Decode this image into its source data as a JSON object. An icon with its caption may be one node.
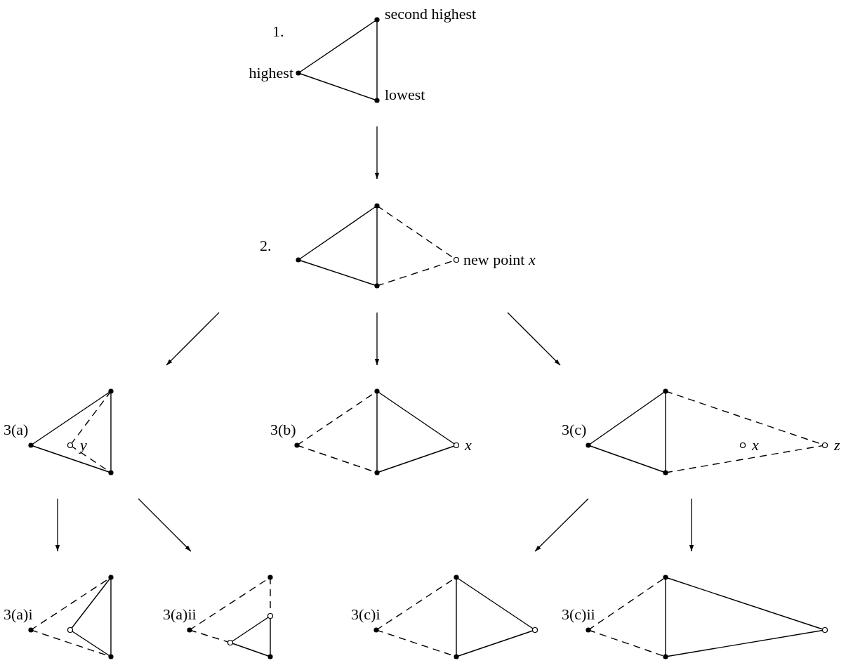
{
  "diagram": {
    "nodes": [
      {
        "text": [
          "1.",
          "second highest",
          "highest",
          "lowest"
        ]
      },
      {
        "text": [
          "2.",
          "new point *x*"
        ]
      },
      {
        "text": [
          "3(a)",
          "y"
        ]
      },
      {
        "text": [
          "3(b)",
          "x"
        ]
      },
      {
        "text": [
          "3(c)",
          "x",
          "z"
        ]
      },
      {
        "text": [
          "3(a)i"
        ]
      },
      {
        "text": [
          "3(a)ii"
        ]
      },
      {
        "text": [
          "3(c)i"
        ]
      },
      {
        "text": [
          "3(c)ii"
        ]
      }
    ],
    "edges": [
      {
        "from": 0,
        "to": 1,
        "arrow": "to"
      },
      {
        "from": 1,
        "to": 2,
        "arrow": "to"
      },
      {
        "from": 1,
        "to": 3,
        "arrow": "to"
      },
      {
        "from": 1,
        "to": 4,
        "arrow": "to"
      },
      {
        "from": 2,
        "to": 5,
        "arrow": "to"
      },
      {
        "from": 2,
        "to": 6,
        "arrow": "to"
      },
      {
        "from": 4,
        "to": 7,
        "arrow": "to"
      },
      {
        "from": 4,
        "to": 8,
        "arrow": "to"
      }
    ]
  }
}
